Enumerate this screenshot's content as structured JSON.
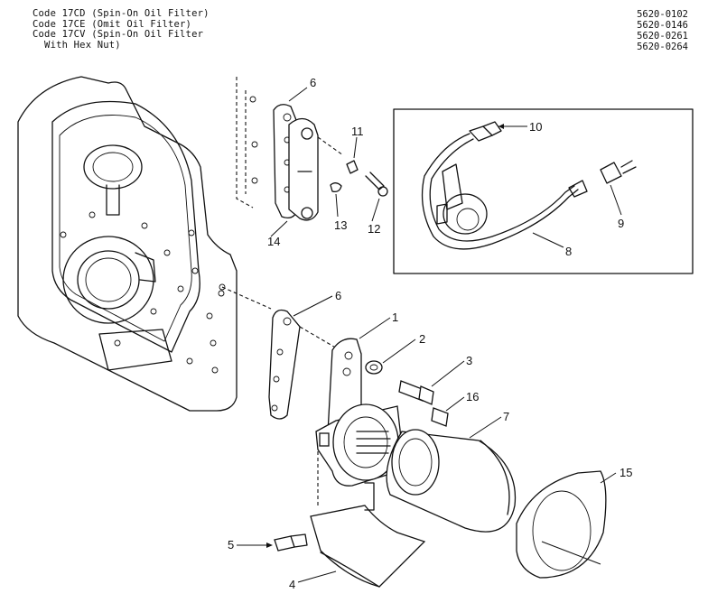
{
  "header": {
    "codes": [
      "Code 17CD (Spin-On Oil Filter)",
      "Code 17CE (Omit Oil Filter)",
      "Code 17CV (Spin-On Oil Filter",
      "  With Hex Nut)"
    ],
    "part_numbers": [
      "5620-0102",
      "5620-0146",
      "5620-0261",
      "5620-0264"
    ]
  },
  "callouts": [
    {
      "id": "c6a",
      "label": "6"
    },
    {
      "id": "c11",
      "label": "11"
    },
    {
      "id": "c13",
      "label": "13"
    },
    {
      "id": "c12",
      "label": "12"
    },
    {
      "id": "c14",
      "label": "14"
    },
    {
      "id": "c10",
      "label": "10"
    },
    {
      "id": "c9",
      "label": "9"
    },
    {
      "id": "c8",
      "label": "8"
    },
    {
      "id": "c6b",
      "label": "6"
    },
    {
      "id": "c1",
      "label": "1"
    },
    {
      "id": "c2",
      "label": "2"
    },
    {
      "id": "c3",
      "label": "3"
    },
    {
      "id": "c16",
      "label": "16"
    },
    {
      "id": "c7",
      "label": "7"
    },
    {
      "id": "c15",
      "label": "15"
    },
    {
      "id": "c5",
      "label": "5"
    },
    {
      "id": "c4",
      "label": "4"
    }
  ]
}
